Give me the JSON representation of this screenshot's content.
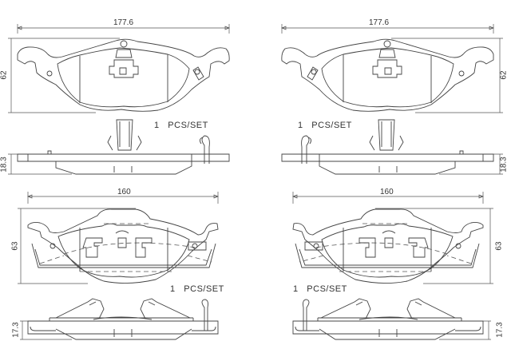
{
  "front_pad": {
    "width_dim": "177.6",
    "height_dim": "62",
    "thickness_dim": "18.3",
    "quantity": "1",
    "quantity_unit": "PCS/SET"
  },
  "rear_pad": {
    "width_dim": "160",
    "height_dim": "63",
    "thickness_dim": "17.3",
    "quantity": "1",
    "quantity_unit": "PCS/SET"
  },
  "colors": {
    "line": "#444444",
    "background": "#ffffff"
  }
}
